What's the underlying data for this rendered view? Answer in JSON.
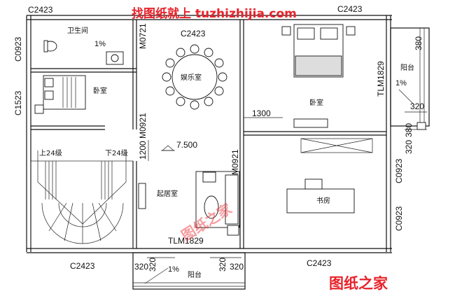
{
  "watermarks": {
    "top": "找图纸就上 tuzhizhijia.com",
    "bottom_right": "图纸之家",
    "center": "图纸之家",
    "color": "#e8232b"
  },
  "rooms": {
    "bathroom": "卫生间",
    "bedroom_small": "卧室",
    "entertainment": "娱乐室",
    "bedroom_master": "卧室",
    "living": "起居室",
    "study": "书房",
    "balcony_right": "阳台",
    "balcony_bottom": "阳台"
  },
  "windows": {
    "top_left": "C2423",
    "top_center": "C2423",
    "top_right": "C2423",
    "left_bath": "C0923",
    "left_bed": "C1523",
    "right_upper": "C0923",
    "right_lower": "C0923",
    "bottom_left": "C2423",
    "bottom_right": "C2423"
  },
  "doors": {
    "bath": "M0721",
    "bed": "M0921",
    "living": "M0921",
    "balcony_right": "TLM1829",
    "balcony_bottom": "TLM1829"
  },
  "dimensions": {
    "d380_top": "380",
    "d320_a": "320",
    "d380_b": "380",
    "d320_c": "320",
    "d1300": "1300",
    "d1200": "1200",
    "d320_bl": "320",
    "d320_br": "320",
    "d320_mid_a": "320",
    "d320_mid_b": "320"
  },
  "slopes": {
    "bath": "1%",
    "balcony_right": "1%",
    "balcony_bottom": "1%"
  },
  "elevation": "7.500",
  "stairs": {
    "up": "上24级",
    "down": "下24级"
  }
}
